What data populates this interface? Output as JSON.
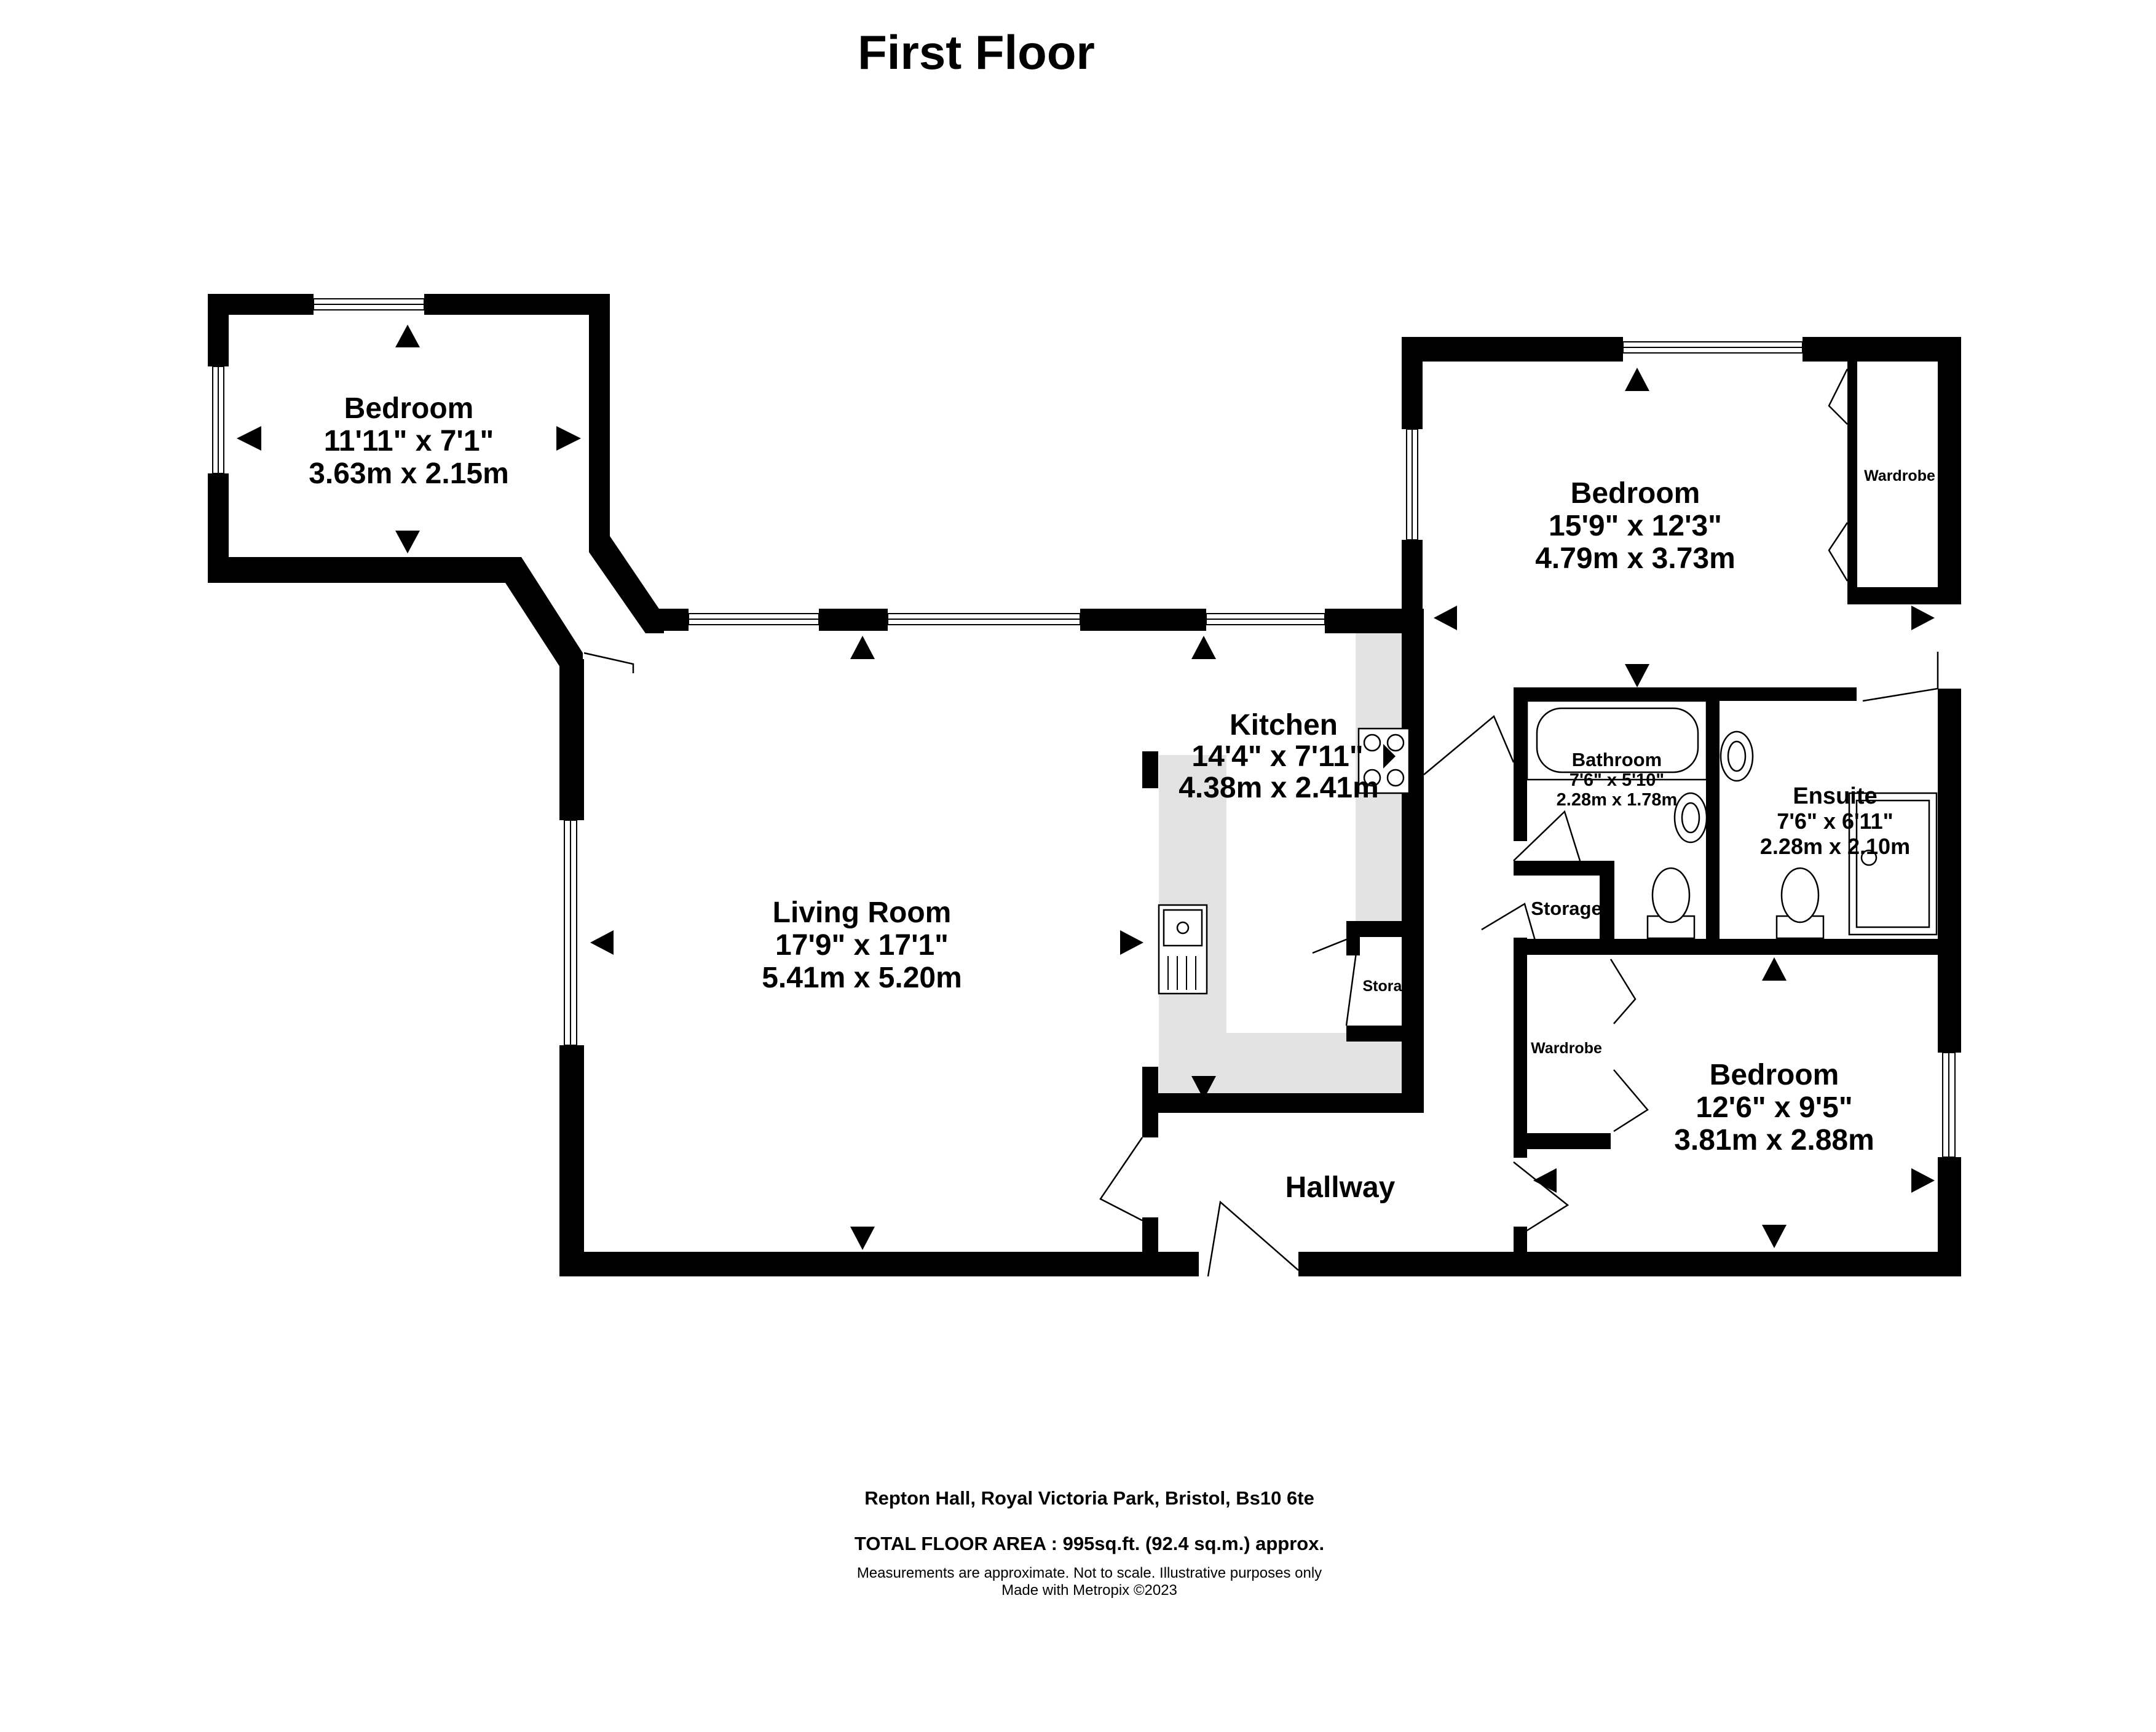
{
  "title": "First Floor",
  "rooms": {
    "bedroom_1": {
      "name": "Bedroom",
      "imperial": "11'11\"  x 7'1\"",
      "metric": "3.63m  x 2.15m"
    },
    "bedroom_2": {
      "name": "Bedroom",
      "imperial": "15'9\"  x 12'3\"",
      "metric": "4.79m  x 3.73m"
    },
    "bedroom_3": {
      "name": "Bedroom",
      "imperial": "12'6\"  x 9'5\"",
      "metric": "3.81m  x 2.88m"
    },
    "living_room": {
      "name": "Living Room",
      "imperial": "17'9\"  x 17'1\"",
      "metric": "5.41m  x 5.20m"
    },
    "kitchen": {
      "name": "Kitchen",
      "imperial": "14'4\"  x 7'11\"",
      "metric": "4.38m  x 2.41m"
    },
    "bathroom": {
      "name": "Bathroom",
      "imperial": "7'6\"  x 5'10\"",
      "metric": "2.28m  x 1.78m"
    },
    "ensuite": {
      "name": "Ensuite",
      "imperial": "7'6\"  x 6'11\"",
      "metric": "2.28m  x 2.10m"
    },
    "hallway": {
      "name": "Hallway"
    }
  },
  "labels": {
    "wardrobe_bedroom_2": "Wardrobe",
    "wardrobe_bedroom_3": "Wardrobe",
    "storage_hall": "Storage",
    "storage_kitchen": "Storage"
  },
  "footer": {
    "address": "Repton Hall, Royal Victoria Park, Bristol, Bs10 6te",
    "area": "TOTAL FLOOR AREA : 995sq.ft. (92.4 sq.m.) approx.",
    "disclaimer": "Measurements are approximate.  Not to scale.  Illustrative purposes only",
    "credit": "Made with Metropix ©2023"
  }
}
